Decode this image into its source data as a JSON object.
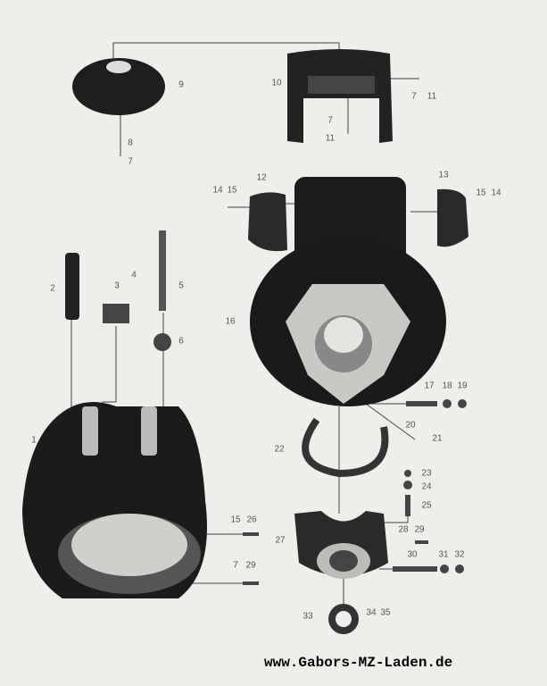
{
  "diagram": {
    "labels": {
      "l1": "1",
      "l2": "2",
      "l3": "3",
      "l4": "4",
      "l5": "5",
      "l6": "6",
      "l7a": "7",
      "l8": "8",
      "l9": "9",
      "l10": "10",
      "l7b": "7",
      "l11a": "11",
      "l7c": "7",
      "l11b": "11",
      "l12": "12",
      "l14a": "14",
      "l15a": "15",
      "l13": "13",
      "l15b": "15",
      "l14b": "14",
      "l16": "16",
      "l17": "17",
      "l18": "18",
      "l19": "19",
      "l20": "20",
      "l21": "21",
      "l22": "22",
      "l23": "23",
      "l24": "24",
      "l25": "25",
      "l15c": "15",
      "l26": "26",
      "l27": "27",
      "l28": "28",
      "l29a": "29",
      "l7d": "7",
      "l29b": "29",
      "l30": "30",
      "l31": "31",
      "l32": "32",
      "l33": "33",
      "l34": "34",
      "l35": "35"
    }
  },
  "watermark": "www.Gabors-MZ-Laden.de"
}
